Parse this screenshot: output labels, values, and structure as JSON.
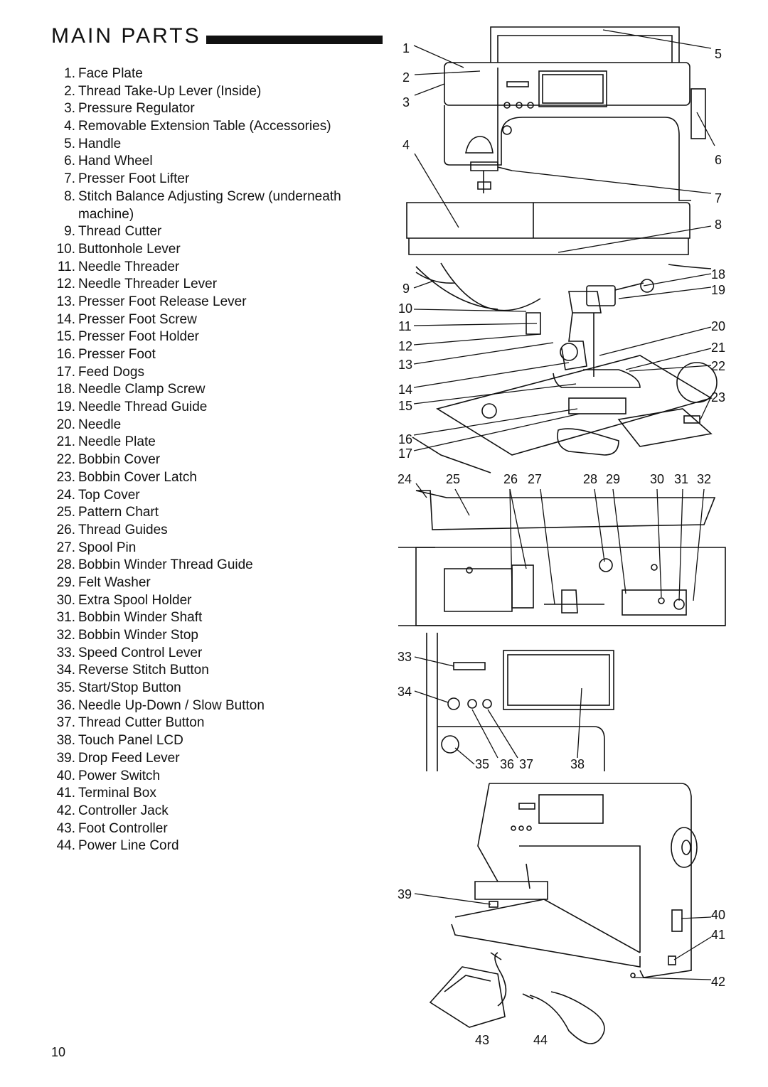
{
  "header": {
    "title": "MAIN PARTS"
  },
  "parts": [
    {
      "n": "1",
      "label": "Face Plate"
    },
    {
      "n": "2",
      "label": "Thread Take-Up Lever (Inside)"
    },
    {
      "n": "3",
      "label": "Pressure Regulator"
    },
    {
      "n": "4",
      "label": "Removable Extension Table (Accessories)"
    },
    {
      "n": "5",
      "label": "Handle"
    },
    {
      "n": "6",
      "label": "Hand Wheel"
    },
    {
      "n": "7",
      "label": "Presser Foot Lifter"
    },
    {
      "n": "8",
      "label": "Stitch Balance Adjusting Screw (underneath machine)"
    },
    {
      "n": "9",
      "label": "Thread Cutter"
    },
    {
      "n": "10",
      "label": "Buttonhole Lever"
    },
    {
      "n": "11",
      "label": "Needle Threader"
    },
    {
      "n": "12",
      "label": "Needle Threader Lever"
    },
    {
      "n": "13",
      "label": "Presser Foot Release Lever"
    },
    {
      "n": "14",
      "label": "Presser Foot Screw"
    },
    {
      "n": "15",
      "label": "Presser Foot Holder"
    },
    {
      "n": "16",
      "label": "Presser Foot"
    },
    {
      "n": "17",
      "label": "Feed Dogs"
    },
    {
      "n": "18",
      "label": "Needle Clamp Screw"
    },
    {
      "n": "19",
      "label": "Needle Thread Guide"
    },
    {
      "n": "20",
      "label": "Needle"
    },
    {
      "n": "21",
      "label": "Needle Plate"
    },
    {
      "n": "22",
      "label": "Bobbin Cover"
    },
    {
      "n": "23",
      "label": "Bobbin Cover Latch"
    },
    {
      "n": "24",
      "label": "Top Cover"
    },
    {
      "n": "25",
      "label": "Pattern Chart"
    },
    {
      "n": "26",
      "label": "Thread Guides"
    },
    {
      "n": "27",
      "label": "Spool Pin"
    },
    {
      "n": "28",
      "label": "Bobbin Winder Thread Guide"
    },
    {
      "n": "29",
      "label": "Felt Washer"
    },
    {
      "n": "30",
      "label": "Extra Spool Holder"
    },
    {
      "n": "31",
      "label": "Bobbin Winder Shaft"
    },
    {
      "n": "32",
      "label": "Bobbin Winder Stop"
    },
    {
      "n": "33",
      "label": "Speed Control Lever"
    },
    {
      "n": "34",
      "label": "Reverse Stitch Button"
    },
    {
      "n": "35",
      "label": "Start/Stop Button"
    },
    {
      "n": "36",
      "label": "Needle Up-Down / Slow Button"
    },
    {
      "n": "37",
      "label": "Thread Cutter Button"
    },
    {
      "n": "38",
      "label": "Touch Panel LCD"
    },
    {
      "n": "39",
      "label": "Drop Feed Lever"
    },
    {
      "n": "40",
      "label": "Power Switch"
    },
    {
      "n": "41",
      "label": "Terminal Box"
    },
    {
      "n": "42",
      "label": "Controller Jack"
    },
    {
      "n": "43",
      "label": "Foot Controller"
    },
    {
      "n": "44",
      "label": "Power Line Cord"
    }
  ],
  "callouts": {
    "c1": "1",
    "c2": "2",
    "c3": "3",
    "c4": "4",
    "c5": "5",
    "c6": "6",
    "c7": "7",
    "c8": "8",
    "c9": "9",
    "c10": "10",
    "c11": "11",
    "c12": "12",
    "c13": "13",
    "c14": "14",
    "c15": "15",
    "c16": "16",
    "c17": "17",
    "c18": "18",
    "c19": "19",
    "c20": "20",
    "c21": "21",
    "c22": "22",
    "c23": "23",
    "c24": "24",
    "c25": "25",
    "c26": "26",
    "c27": "27",
    "c28": "28",
    "c29": "29",
    "c30": "30",
    "c31": "31",
    "c32": "32",
    "c33": "33",
    "c34": "34",
    "c35": "35",
    "c36": "36",
    "c37": "37",
    "c38": "38",
    "c39": "39",
    "c40": "40",
    "c41": "41",
    "c42": "42",
    "c43": "43",
    "c44": "44"
  },
  "footer": {
    "page_number": "10"
  }
}
